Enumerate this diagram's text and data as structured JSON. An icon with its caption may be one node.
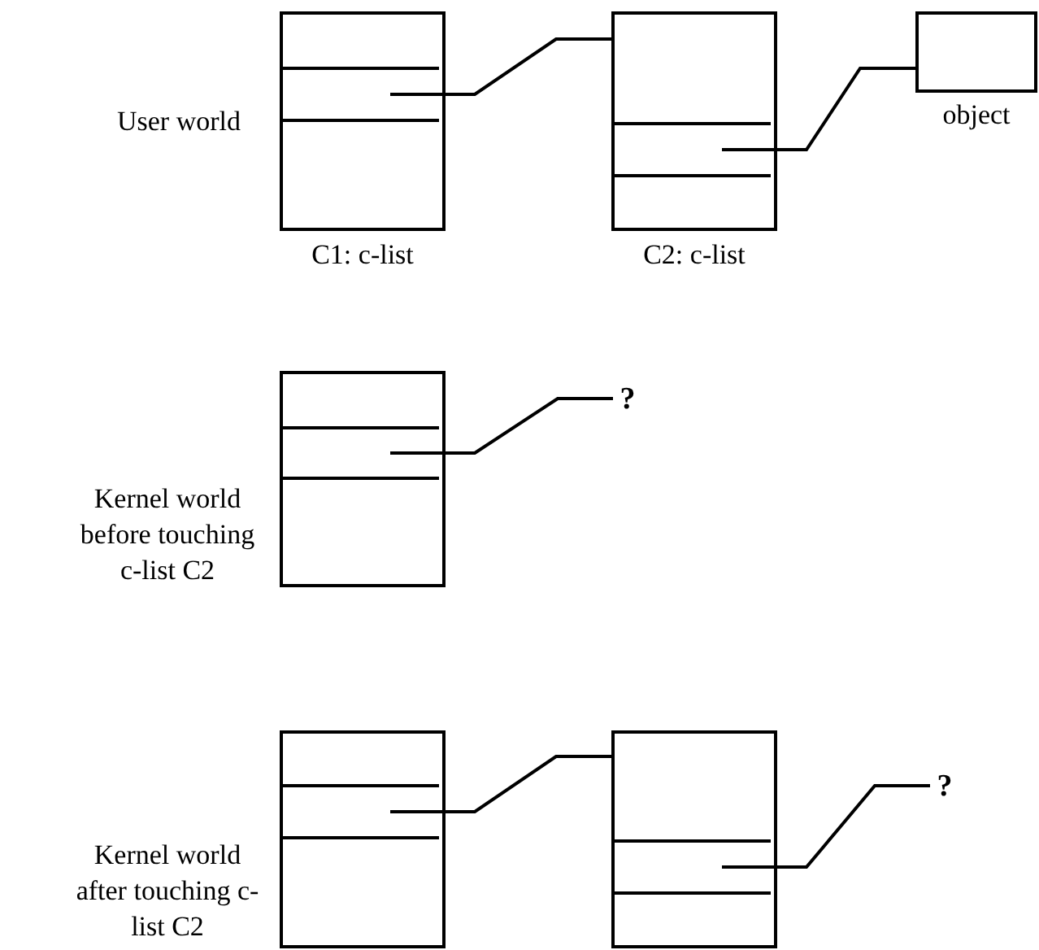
{
  "diagram": {
    "nodes": [
      {
        "text": [],
        "shape": "box",
        "beside": [
          "C1: c-list"
        ]
      },
      {
        "text": [],
        "shape": "box",
        "in": 0
      },
      {
        "text": [],
        "shape": "box",
        "beside": [
          "C2: c-list"
        ]
      },
      {
        "text": [],
        "shape": "box",
        "in": 2
      },
      {
        "text": [
          "object"
        ]
      },
      {
        "text": [],
        "shape": "box"
      },
      {
        "text": [],
        "shape": "box",
        "in": 5
      },
      {
        "text": [
          "?"
        ]
      },
      {
        "text": [],
        "shape": "box"
      },
      {
        "text": [],
        "shape": "box",
        "in": 8
      },
      {
        "text": [],
        "shape": "box"
      },
      {
        "text": [],
        "shape": "box",
        "in": 10
      },
      {
        "text": [
          "?"
        ]
      }
    ],
    "edges": [
      {
        "from": 1,
        "to": 2,
        "arrow": "none"
      },
      {
        "from": 3,
        "to": 4,
        "arrow": "none"
      },
      {
        "from": 6,
        "to": 7,
        "arrow": "none"
      },
      {
        "from": 9,
        "to": 10,
        "arrow": "none"
      },
      {
        "from": 11,
        "to": 12,
        "arrow": "none"
      }
    ],
    "labels": [
      "User world",
      "Kernel world before touching c-list C2",
      "Kernel world after touching c-list C2"
    ]
  }
}
